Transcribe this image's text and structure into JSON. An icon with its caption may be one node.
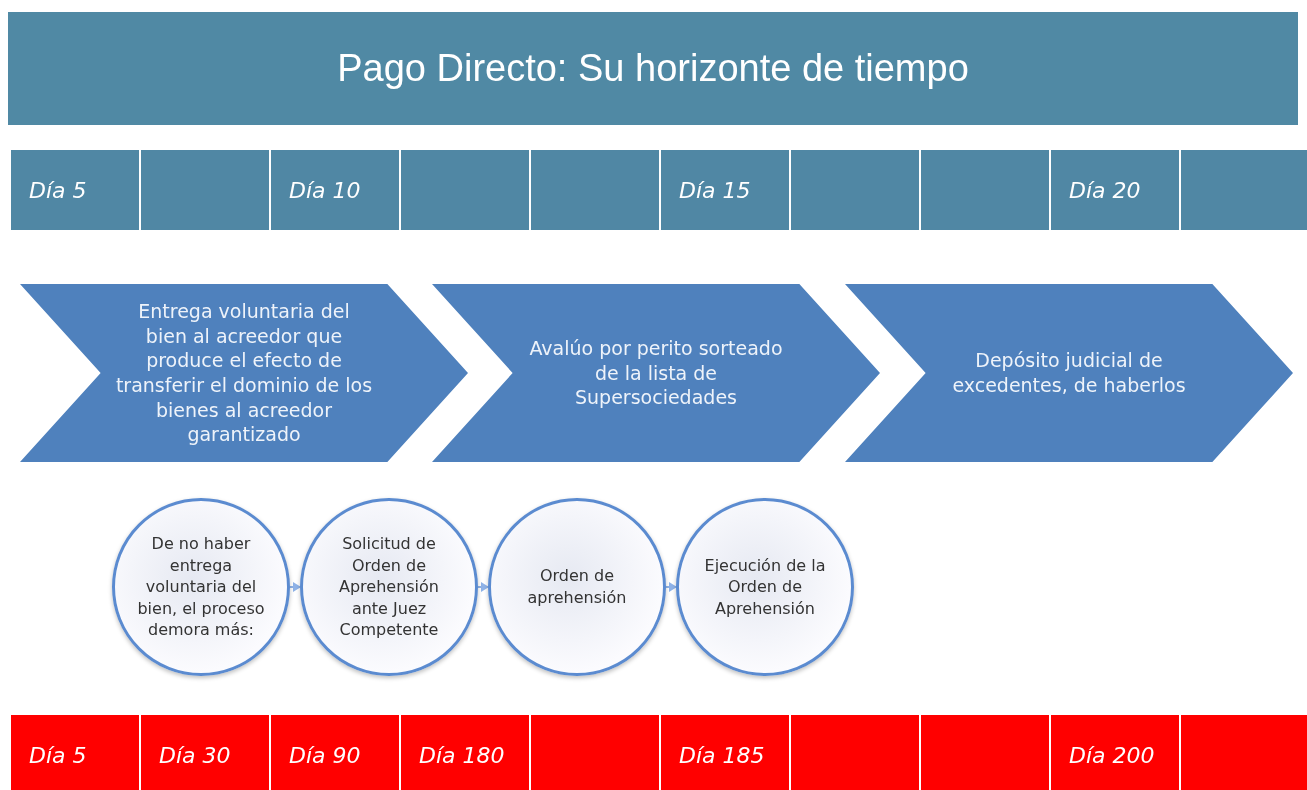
{
  "diagram": {
    "title": "Pago Directo: Su horizonte de tiempo",
    "nodes": [
      {
        "text": [
          "Entrega voluntaria del bien al acreedor que produce el efecto de transferir el dominio de los bienes al acreedor garantizado"
        ]
      },
      {
        "text": [
          "Avalúo por perito sorteado de la lista de Supersociedades"
        ]
      },
      {
        "text": [
          "Depósito judicial de excedentes, de haberlos"
        ]
      },
      {
        "text": [
          "De no haber entrega voluntaria del bien, el proceso demora más:"
        ]
      },
      {
        "text": [
          "Solicitud de Orden de Aprehensión ante Juez Competente"
        ]
      },
      {
        "text": [
          "Orden de aprehensión"
        ]
      },
      {
        "text": [
          "Ejecución de la Orden de Aprehensión"
        ]
      }
    ],
    "edges": [
      {
        "from": 3,
        "to": 4,
        "arrow": "to"
      },
      {
        "from": 4,
        "to": 5,
        "arrow": "to"
      },
      {
        "from": 5,
        "to": 6,
        "arrow": "to"
      }
    ],
    "labels": [
      "Día 5",
      "Día 10",
      "Día 15",
      "Día 20",
      "Día 5",
      "Día 30",
      "Día 90",
      "Día 180",
      "Día 185",
      "Día 200"
    ]
  }
}
